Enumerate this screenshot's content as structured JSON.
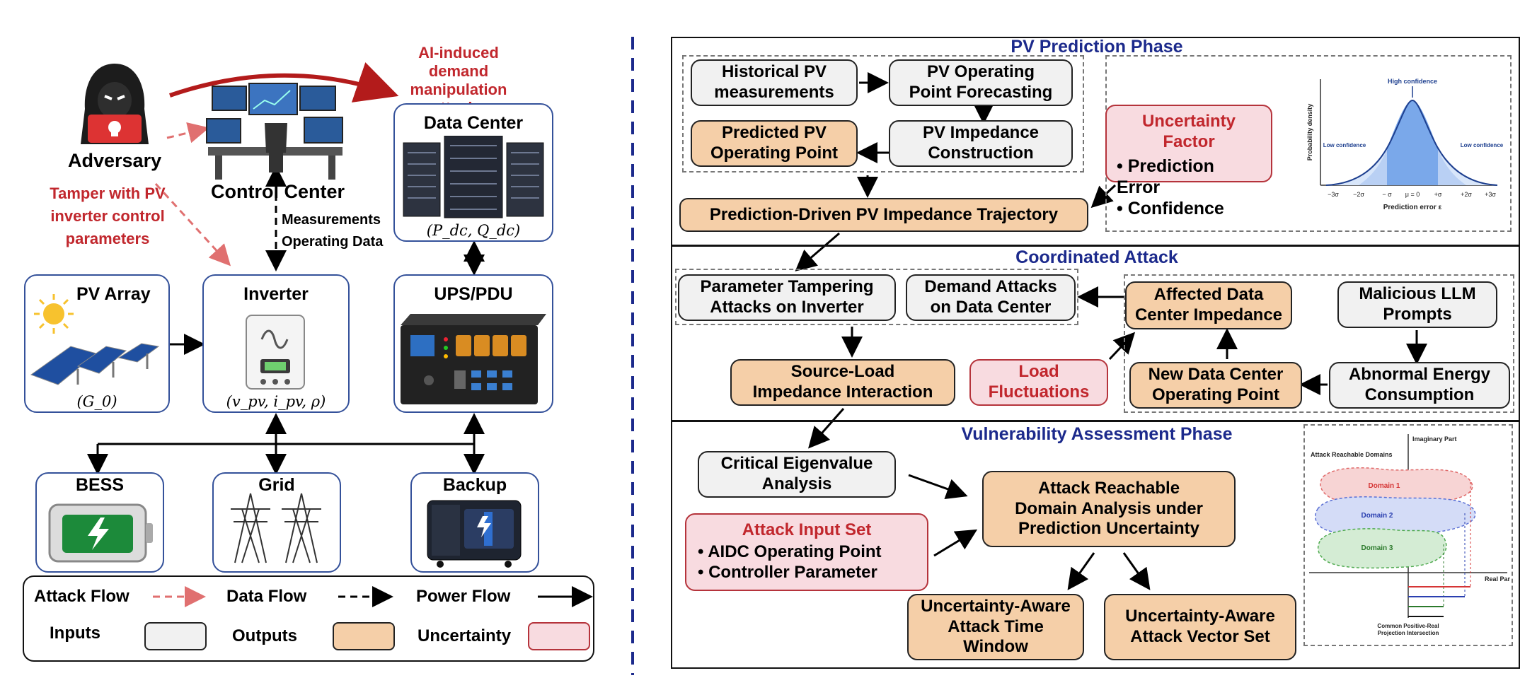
{
  "left": {
    "adversary": "Adversary",
    "control_center": "Control Center",
    "attack_note": [
      "AI-induced demand",
      "manipulation attacks"
    ],
    "tamper_note": [
      "Tamper with PV",
      "inverter control",
      "parameters"
    ],
    "measurements": [
      "Measurements",
      "Operating Data"
    ],
    "data_center": {
      "title": "Data Center",
      "vars": "(P_dc, Q_dc)"
    },
    "pv_array": {
      "title": "PV Array",
      "vars": "(G_0)"
    },
    "inverter": {
      "title": "Inverter",
      "vars": "(v_pv, i_pv, ρ)"
    },
    "ups": {
      "title": "UPS/PDU"
    },
    "bess": "BESS",
    "grid": "Grid",
    "backup": "Backup",
    "legend": {
      "attack_flow": "Attack Flow",
      "data_flow": "Data Flow",
      "power_flow": "Power Flow",
      "inputs": "Inputs",
      "outputs": "Outputs",
      "uncertainty": "Uncertainty"
    }
  },
  "right": {
    "phase1": {
      "title": "PV Prediction Phase",
      "historical": [
        "Historical PV",
        "measurements"
      ],
      "forecasting": [
        "PV Operating",
        "Point Forecasting"
      ],
      "predicted": [
        "Predicted PV",
        "Operating Point"
      ],
      "impedance_construction": [
        "PV Impedance",
        "Construction"
      ],
      "trajectory": "Prediction-Driven PV Impedance Trajectory",
      "uncertainty_title": "Uncertainty Factor",
      "uncertainty_items": [
        "Prediction Error",
        "Confidence"
      ],
      "curve": {
        "ylabel": "Probability density",
        "xlabel": "Prediction error ε",
        "high": "High confidence",
        "low_left": "Low confidence",
        "low_right": "Low confidence",
        "ticks": [
          "−3σ",
          "−2σ",
          "− σ",
          "μ = 0",
          "+σ",
          "+2σ",
          "+3σ"
        ]
      }
    },
    "phase2": {
      "title": "Coordinated Attack",
      "param_tampering": [
        "Parameter Tampering",
        "Attacks on Inverter"
      ],
      "demand_attacks": [
        "Demand Attacks",
        "on Data Center"
      ],
      "affected": [
        "Affected Data",
        "Center Impedance"
      ],
      "malicious": [
        "Malicious LLM",
        "Prompts"
      ],
      "source_load": [
        "Source-Load",
        "Impedance Interaction"
      ],
      "load_fluct": [
        "Load",
        "Fluctuations"
      ],
      "new_dc": [
        "New Data Center",
        "Operating Point"
      ],
      "abnormal": [
        "Abnormal Energy",
        "Consumption"
      ]
    },
    "phase3": {
      "title": "Vulnerability Assessment Phase",
      "eigen": [
        "Critical Eigenvalue",
        "Analysis"
      ],
      "reachable": [
        "Attack Reachable",
        "Domain Analysis under",
        "Prediction Uncertainty"
      ],
      "input_title": "Attack Input Set",
      "input_items": [
        "AIDC Operating Point",
        "Controller Parameter"
      ],
      "time_window": [
        "Uncertainty-Aware",
        "Attack Time",
        "Window"
      ],
      "vector_set": [
        "Uncertainty-Aware",
        "Attack Vector Set"
      ],
      "domain_plot": {
        "imag": "Imaginary Part",
        "real": "Real Part",
        "title": "Attack Reachable Domains",
        "d1": "Domain 1",
        "d2": "Domain 2",
        "d3": "Domain 3",
        "note": [
          "Common Positive-Real",
          "Projection Intersection"
        ]
      }
    }
  },
  "colors": {
    "attack": "#c1272d",
    "navy": "#1c2a8c",
    "input": "#f1f1f1",
    "output": "#f5cfa8",
    "uncertainty": "#f8dbe0",
    "box_border": "#34519a"
  }
}
